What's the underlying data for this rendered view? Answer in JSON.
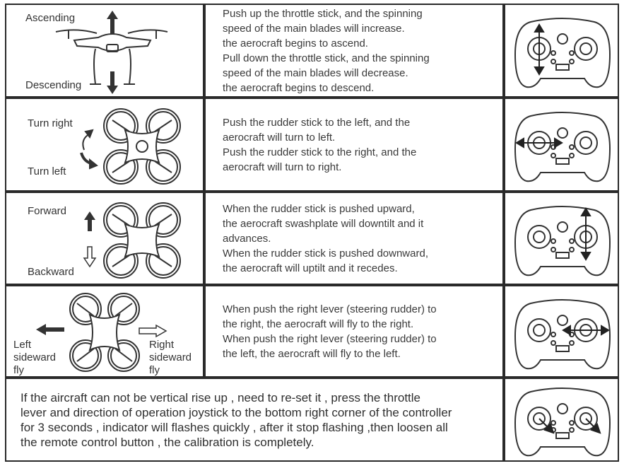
{
  "rows": [
    {
      "labels": {
        "top": "Ascending",
        "bottom": "Descending"
      },
      "lines": [
        "Push up the throttle stick, and the spinning",
        "speed of the main blades will increase.",
        "the aerocraft begins to ascend.",
        "Pull down the throttle stick, and the spinning",
        "speed of the main blades will decrease.",
        "the aerocraft begins to descend."
      ]
    },
    {
      "labels": {
        "top": "Turn right",
        "bottom": "Turn left"
      },
      "lines": [
        "Push the rudder stick to the left, and the",
        "aerocraft will turn to left.",
        "Push the rudder stick to the right, and the",
        "aerocraft will turn to right."
      ]
    },
    {
      "labels": {
        "top": "Forward",
        "bottom": "Backward"
      },
      "lines": [
        "When the rudder stick is pushed upward,",
        "the aerocraft swashplate will downtilt and it",
        "advances.",
        "When the rudder stick is pushed downward,",
        "the aerocraft will uptilt and it recedes."
      ]
    },
    {
      "labels": {
        "left": [
          "Left",
          "sideward",
          "fly"
        ],
        "right": [
          "Right",
          "sideward",
          "fly"
        ]
      },
      "lines": [
        "When push the right lever (steering rudder) to",
        "the right, the aerocraft will fly to the right.",
        "When push the right lever (steering rudder) to",
        "the left, the aerocraft will fly to the left."
      ]
    }
  ],
  "calibration": {
    "lines": [
      "If the aircraft can not be vertical rise up , need to re-set it , press the throttle",
      "lever and direction of operation joystick to the bottom right corner of the controller",
      "for 3 seconds , indicator will flashes quickly , after it stop flashing ,then loosen all",
      "the remote control button , the calibration is completely."
    ]
  }
}
